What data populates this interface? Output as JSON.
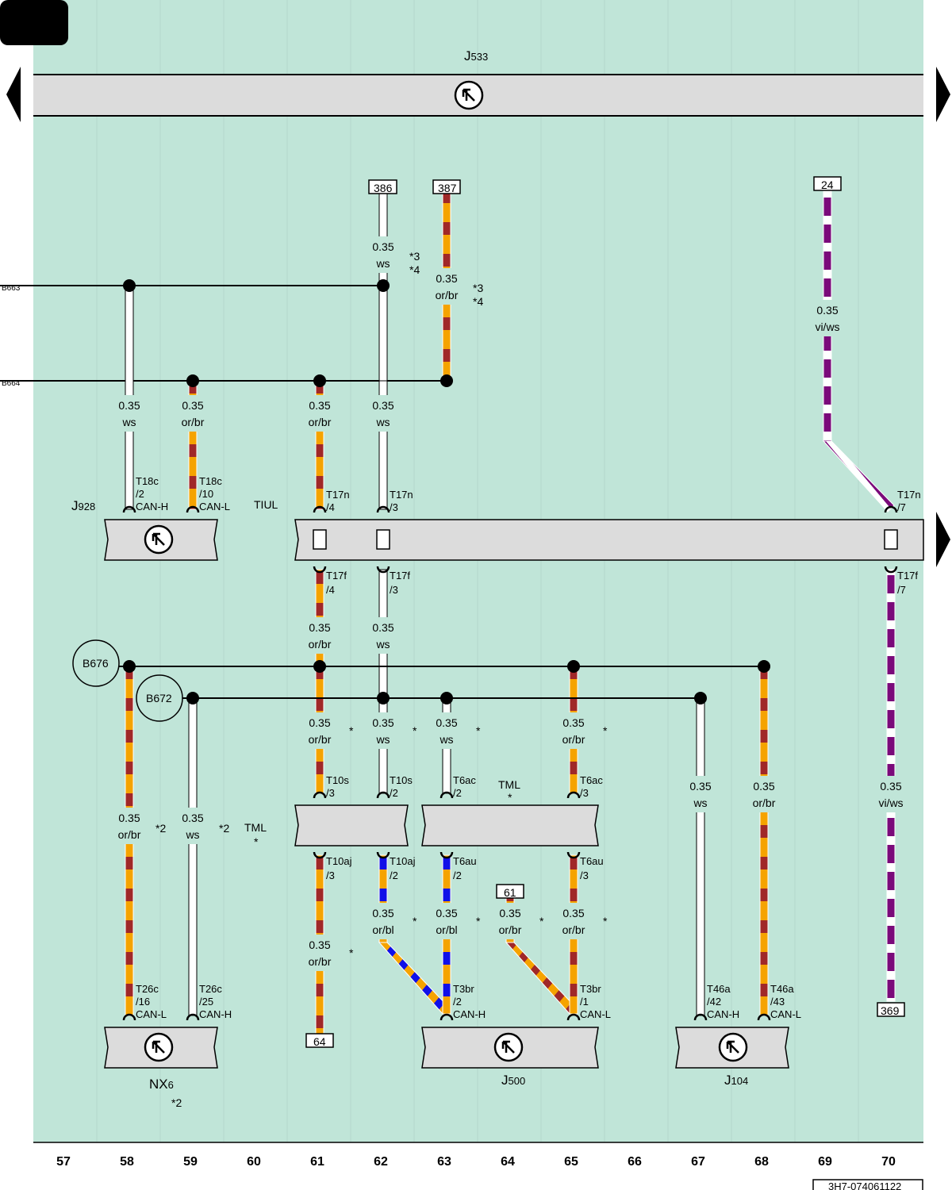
{
  "title": {
    "main": "J",
    "sub": "533"
  },
  "footer_code": "3H7-074061122",
  "columns": [
    "57",
    "58",
    "59",
    "60",
    "61",
    "62",
    "63",
    "64",
    "65",
    "66",
    "67",
    "68",
    "69",
    "70"
  ],
  "buses": {
    "b663": "B663",
    "b664": "B664"
  },
  "components": {
    "j928": {
      "main": "J",
      "sub": "928"
    },
    "tiul": "TIUL",
    "nx6": {
      "main": "NX",
      "sub": "6",
      "note": "*2"
    },
    "j500": {
      "main": "J",
      "sub": "500"
    },
    "j104": {
      "main": "J",
      "sub": "104"
    },
    "tml_left": {
      "name": "TML",
      "note": "*"
    },
    "tml_right": {
      "name": "TML",
      "note": "*"
    }
  },
  "grounds": {
    "b676": "B676",
    "b672": "B672"
  },
  "refs": {
    "r386": "386",
    "r387": "387",
    "r24": "24",
    "r61": "61",
    "r64": "64",
    "r369": "369"
  },
  "wire_labels": {
    "w62_top": {
      "size": "0.35",
      "color": "ws"
    },
    "w63_top": {
      "size": "0.35",
      "color": "or/br"
    },
    "w69_top": {
      "size": "0.35",
      "color": "vi/ws"
    },
    "w58_a": {
      "size": "0.35",
      "color": "ws"
    },
    "w59_a": {
      "size": "0.35",
      "color": "or/br"
    },
    "w61_a": {
      "size": "0.35",
      "color": "or/br"
    },
    "w62_a": {
      "size": "0.35",
      "color": "ws"
    },
    "w61_b": {
      "size": "0.35",
      "color": "or/br"
    },
    "w62_b": {
      "size": "0.35",
      "color": "ws"
    },
    "w61_c": {
      "size": "0.35",
      "color": "or/br"
    },
    "w62_c": {
      "size": "0.35",
      "color": "ws"
    },
    "w63_c": {
      "size": "0.35",
      "color": "ws"
    },
    "w65_c": {
      "size": "0.35",
      "color": "or/br"
    },
    "w58_d": {
      "size": "0.35",
      "color": "or/br"
    },
    "w59_d": {
      "size": "0.35",
      "color": "ws"
    },
    "w67_d": {
      "size": "0.35",
      "color": "ws"
    },
    "w68_d": {
      "size": "0.35",
      "color": "or/br"
    },
    "w70_d": {
      "size": "0.35",
      "color": "vi/ws"
    },
    "w62_e": {
      "size": "0.35",
      "color": "or/bl"
    },
    "w63_e": {
      "size": "0.35",
      "color": "or/bl"
    },
    "w64_e": {
      "size": "0.35",
      "color": "or/br"
    },
    "w65_e": {
      "size": "0.35",
      "color": "or/br"
    },
    "w61_f": {
      "size": "0.35",
      "color": "or/br"
    }
  },
  "notes": {
    "n62_top": [
      "*3",
      "*4"
    ],
    "n63_top": [
      "*3",
      "*4"
    ],
    "n58_d": "*2",
    "n59_d": "*2",
    "star": "*"
  },
  "pins": {
    "p58_j928": [
      "T18c",
      "/2",
      "CAN-H"
    ],
    "p59_j928": [
      "T18c",
      "/10",
      "CAN-L"
    ],
    "p61_tiul": [
      "T17n",
      "/4"
    ],
    "p62_tiul": [
      "T17n",
      "/3"
    ],
    "p70_tiul": [
      "T17n",
      "/7"
    ],
    "p61_tiul_b": [
      "T17f",
      "/4"
    ],
    "p62_tiul_b": [
      "T17f",
      "/3"
    ],
    "p70_tiul_b": [
      "T17f",
      "/7"
    ],
    "p61_tml": [
      "T10s",
      "/3"
    ],
    "p62_tml": [
      "T10s",
      "/2"
    ],
    "p63_tml": [
      "T6ac",
      "/2"
    ],
    "p65_tml": [
      "T6ac",
      "/3"
    ],
    "p61_tml_b": [
      "T10aj",
      "/3"
    ],
    "p62_tml_b": [
      "T10aj",
      "/2"
    ],
    "p63_tml_b": [
      "T6au",
      "/2"
    ],
    "p65_tml_b": [
      "T6au",
      "/3"
    ],
    "p58_nx6": [
      "T26c",
      "/16",
      "CAN-L"
    ],
    "p59_nx6": [
      "T26c",
      "/25",
      "CAN-H"
    ],
    "p63_j500": [
      "T3br",
      "/2",
      "CAN-H"
    ],
    "p65_j500": [
      "T3br",
      "/1",
      "CAN-L"
    ],
    "p67_j104": [
      "T46a",
      "/42",
      "CAN-H"
    ],
    "p68_j104": [
      "T46a",
      "/43",
      "CAN-L"
    ]
  },
  "colors": {
    "background": "#c0e5d8",
    "module": "#dcdcdc",
    "orange": "#f5a300",
    "brown": "#a02828",
    "violet": "#7a0a7a",
    "blue": "#1010e8"
  }
}
